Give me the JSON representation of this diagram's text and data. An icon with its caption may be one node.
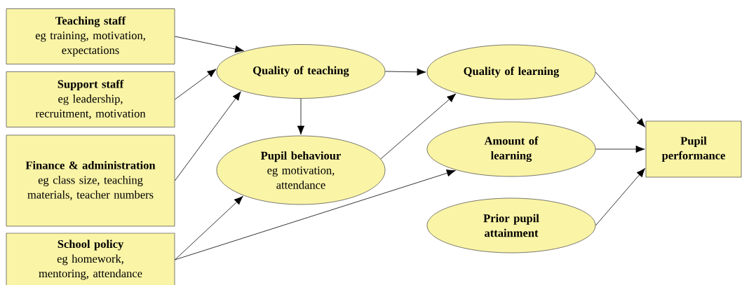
{
  "diagram": {
    "nodes": [
      {
        "text": [
          "Teaching staff",
          "eg training, motivation, expectations"
        ]
      },
      {
        "text": [
          "Support staff",
          "eg leadership, recruitment, motivation"
        ]
      },
      {
        "text": [
          "Finance & administration",
          "eg class size, teaching materials, teacher numbers"
        ]
      },
      {
        "text": [
          "School policy",
          "eg homework, mentoring, attendance"
        ]
      },
      {
        "text": [
          "Quality of teaching"
        ]
      },
      {
        "text": [
          "Pupil behaviour",
          "eg motivation, attendance"
        ]
      },
      {
        "text": [
          "Quality of learning"
        ]
      },
      {
        "text": [
          "Amount of learning"
        ]
      },
      {
        "text": [
          "Prior pupil attainment"
        ]
      },
      {
        "text": [
          "Pupil performance"
        ]
      }
    ],
    "edges": [
      {
        "from": 0,
        "to": 4,
        "arrow": "to"
      },
      {
        "from": 1,
        "to": 4,
        "arrow": "to"
      },
      {
        "from": 2,
        "to": 4,
        "arrow": "to"
      },
      {
        "from": 3,
        "to": 5,
        "arrow": "to"
      },
      {
        "from": 3,
        "to": 7,
        "arrow": "to"
      },
      {
        "from": 4,
        "to": 5,
        "arrow": "to"
      },
      {
        "from": 4,
        "to": 6,
        "arrow": "to"
      },
      {
        "from": 5,
        "to": 6,
        "arrow": "to"
      },
      {
        "from": 6,
        "to": 9,
        "arrow": "to"
      },
      {
        "from": 7,
        "to": 9,
        "arrow": "to"
      },
      {
        "from": 8,
        "to": 9,
        "arrow": "to"
      }
    ]
  }
}
